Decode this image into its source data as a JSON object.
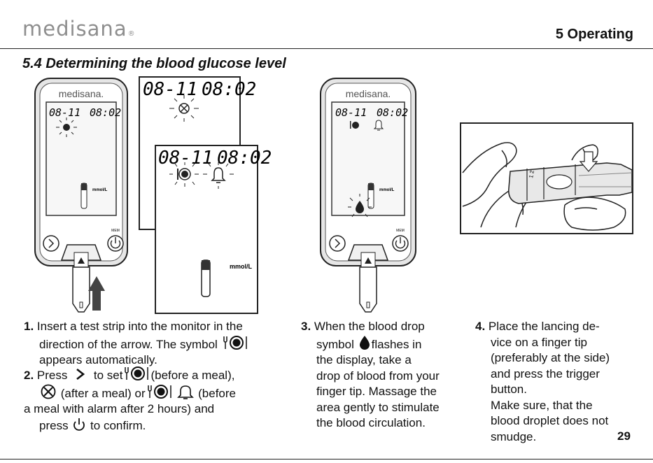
{
  "header": {
    "brand": "medisana",
    "brand_mark": "®",
    "chapter": "5 Operating",
    "section_title": "5.4 Determining the blood glucose level"
  },
  "device": {
    "brand": "medisana.",
    "date": "08-11",
    "time": "08:02",
    "unit": "mmol/L",
    "mem_label": "MEM"
  },
  "zoom_displays": {
    "date": "08-11",
    "time": "08:02",
    "unit": "mmol/L"
  },
  "icons": {
    "before_meal": "before-meal-icon",
    "after_meal": "after-meal-icon",
    "alarm": "bell-icon",
    "next": "chevron-right-icon",
    "power": "power-icon",
    "blood_drop": "blood-drop-icon",
    "insert_arrow": "arrow-up-icon"
  },
  "steps": {
    "s1": {
      "num": "1.",
      "l1": "Insert a test strip into the monitor in the",
      "l2": "direction of the arrow. The symbol",
      "l3": "appears automatically."
    },
    "s2": {
      "num": "2.",
      "a": "Press",
      "b": "to set",
      "c": "(before a meal),",
      "d": "(after a meal) or",
      "e": "(before",
      "l3": "a meal with alarm after 2 hours) and",
      "f": "press",
      "g": "to confirm."
    },
    "s3": {
      "num": "3.",
      "l1": "When the blood drop",
      "l2a": "symbol",
      "l2b": "flashes in",
      "l3": "the display, take a",
      "l4": "drop of blood from your",
      "l5": "finger tip. Massage the",
      "l6": "area gently to stimulate",
      "l7": "the blood circulation."
    },
    "s4": {
      "num": "4.",
      "l1": "Place the lancing de-",
      "l2": "vice on a finger tip",
      "l3": "(preferably at the side)",
      "l4": "and press the trigger",
      "l5": "button.",
      "l6": "Make sure, that the",
      "l7": "blood droplet does not",
      "l8": "smudge."
    }
  },
  "page_number": "29"
}
